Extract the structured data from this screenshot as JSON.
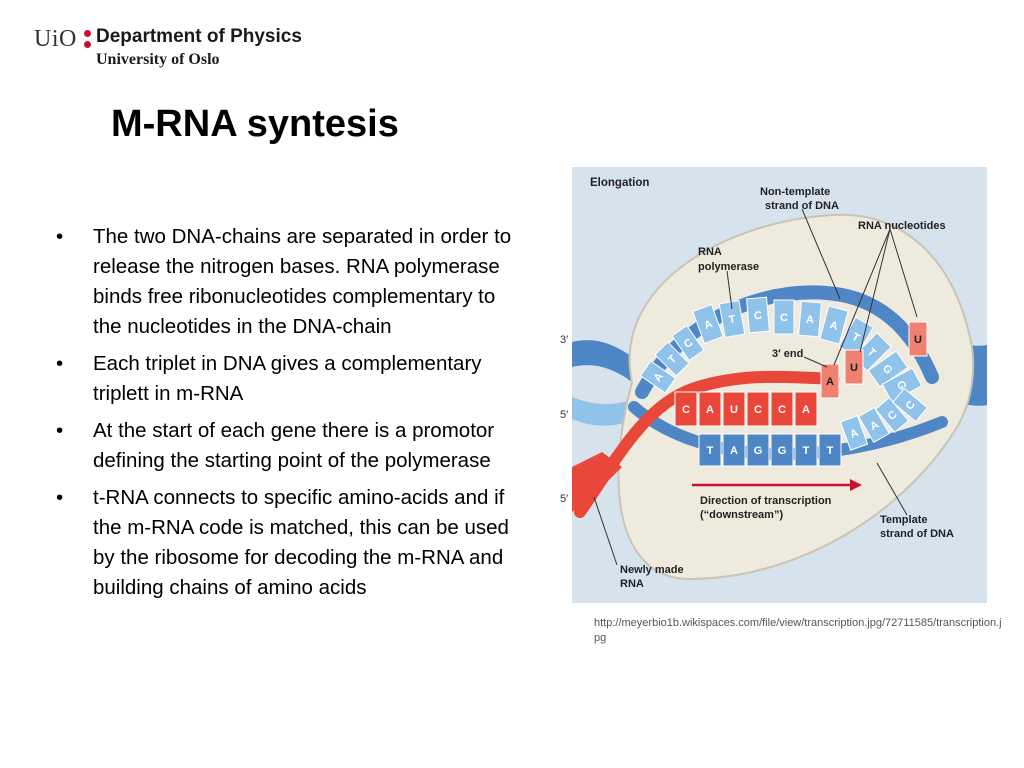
{
  "header": {
    "logo_text": "UiO",
    "department": "Department of Physics",
    "university": "University of Oslo"
  },
  "title": "M-RNA syntesis",
  "bullets": [
    "The two DNA-chains are separated in order to release the nitrogen bases. RNA polymerase binds free ribonucleotides complementary to the nucleotides in the DNA-chain",
    "Each triplet in DNA gives a complementary triplett in m-RNA",
    "At the start of each gene there is a promotor defining the starting point of the polymerase",
    "t-RNA connects to specific amino-acids and if the m-RNA code is matched, this can be used by the ribosome for decoding the m-RNA and building chains of amino acids"
  ],
  "figure": {
    "heading": "Elongation",
    "labels": {
      "non_template_1": "Non-template",
      "non_template_2": "strand of DNA",
      "rna_nucleotides": "RNA nucleotides",
      "rna_pol_1": "RNA",
      "rna_pol_2": "polymerase",
      "three_end": "3′ end",
      "direction_1": "Direction of transcription",
      "direction_2": "(“downstream”)",
      "template_1": "Template",
      "template_2": "strand of DNA",
      "newly_1": "Newly made",
      "newly_2": "RNA",
      "prime_3": "3′",
      "prime_5a": "5′",
      "prime_5b": "5′"
    },
    "non_template_bases": [
      "A",
      "T",
      "C",
      "C",
      "A",
      "A",
      "T",
      "T",
      "G",
      "G"
    ],
    "upper_left_bases": [
      "A",
      "T",
      "C"
    ],
    "rna_bases": [
      "C",
      "A",
      "U",
      "C",
      "C",
      "A"
    ],
    "template_bases": [
      "T",
      "A",
      "G",
      "G",
      "T",
      "T"
    ],
    "template_right_bases": [
      "A",
      "A",
      "C",
      "C"
    ],
    "incoming_nucleotides": [
      "A",
      "U",
      "U"
    ],
    "colors": {
      "rna": "#e8473a",
      "dna_light": "#8fc3ea",
      "dna_dark": "#4f86c6",
      "bubble": "#eeeade",
      "background": "#d6e2ec"
    }
  },
  "caption": "http://meyerbio1b.wikispaces.com/file/view/transcription.jpg/72711585/transcription.jpg"
}
